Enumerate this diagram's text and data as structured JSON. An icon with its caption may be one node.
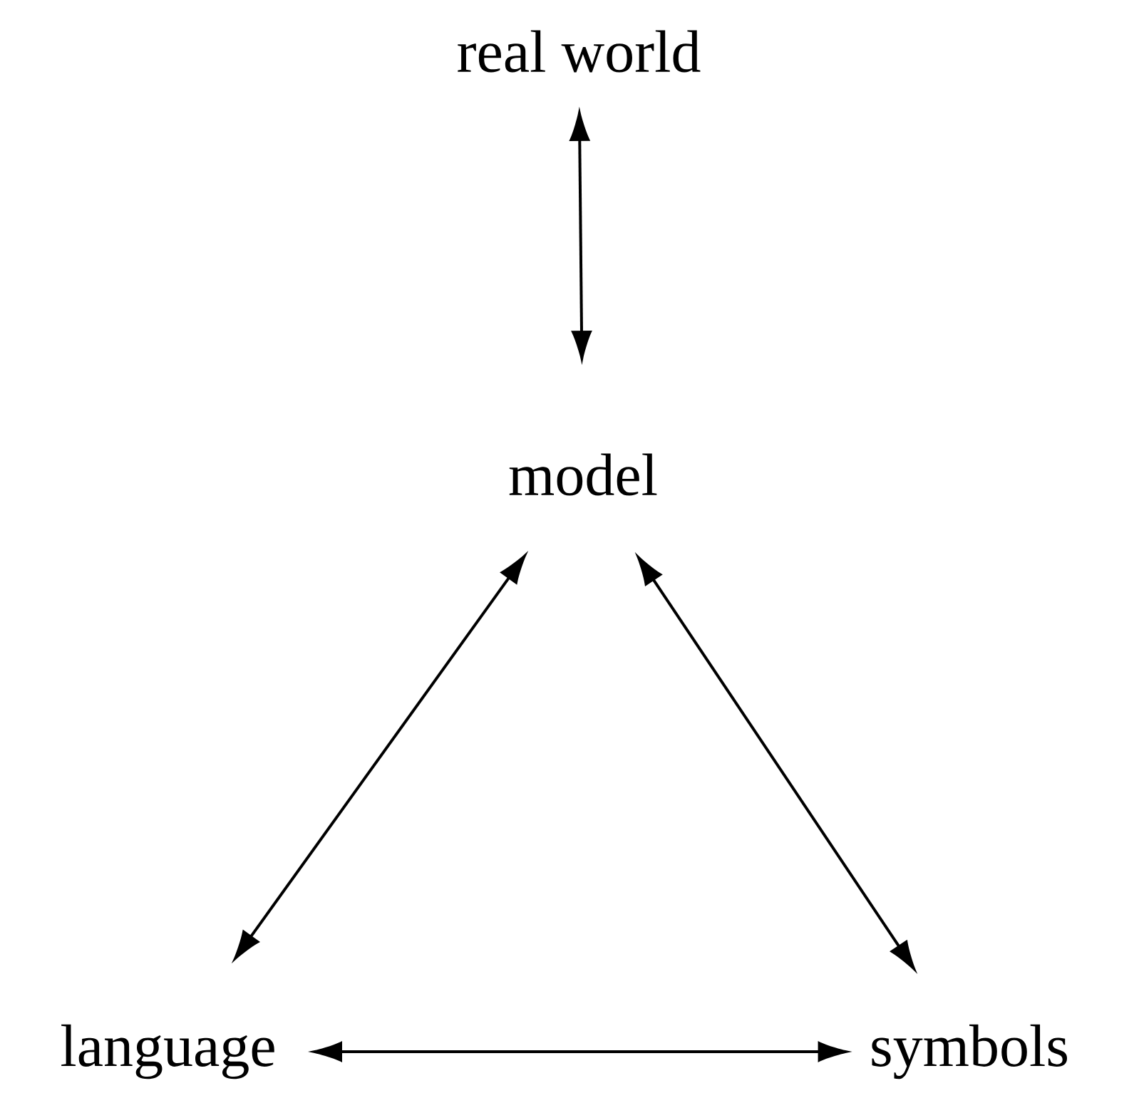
{
  "diagram": {
    "nodes": [
      {
        "text": [
          "real world"
        ]
      },
      {
        "text": [
          "model"
        ]
      },
      {
        "text": [
          "language"
        ]
      },
      {
        "text": [
          "symbols"
        ]
      }
    ],
    "edges": [
      {
        "from": 0,
        "to": 1,
        "arrow": "both"
      },
      {
        "from": 1,
        "to": 2,
        "arrow": "both"
      },
      {
        "from": 1,
        "to": 3,
        "arrow": "both"
      },
      {
        "from": 2,
        "to": 3,
        "arrow": "both"
      }
    ]
  }
}
